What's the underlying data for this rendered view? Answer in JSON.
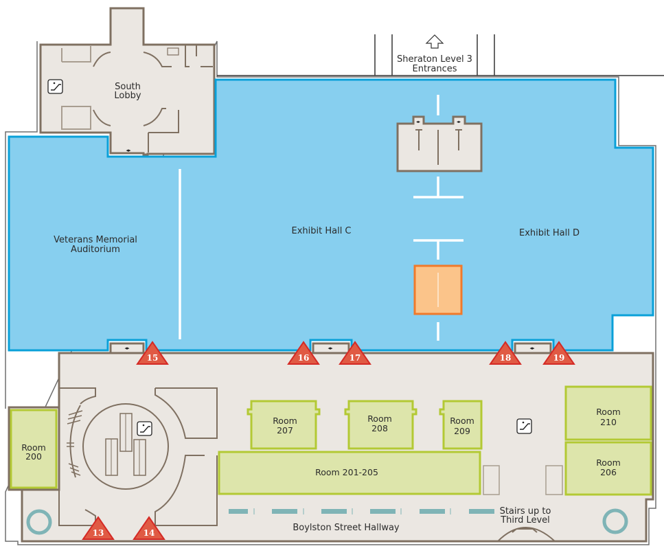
{
  "map": {
    "title": "Convention Center Level 2 Floor Plan",
    "colors": {
      "exhibit_hall": "#87cfef",
      "exhibit_hall_border": "#0aa0d8",
      "meeting_room": "#dde5ab",
      "meeting_room_border": "#b3c934",
      "corridor": "#ebe7e2",
      "wall": "#7f7061",
      "entrance_marker": "#e05a44",
      "highlight_booth": "#fbc48a",
      "highlight_booth_border": "#f07a2b",
      "stairs_marker": "#7fb4b6"
    },
    "labels": {
      "south_lobby": [
        "South",
        "Lobby"
      ],
      "sheraton": [
        "Sheraton Level 3",
        "Entrances"
      ],
      "veterans": [
        "Veterans Memorial",
        "Auditorium"
      ],
      "hall_c": "Exhibit Hall C",
      "hall_d": "Exhibit Hall D",
      "room_200": [
        "Room",
        "200"
      ],
      "room_207": [
        "Room",
        "207"
      ],
      "room_208": [
        "Room",
        "208"
      ],
      "room_209": [
        "Room",
        "209"
      ],
      "room_210": [
        "Room",
        "210"
      ],
      "room_206": [
        "Room",
        "206"
      ],
      "room_201_205": "Room 201-205",
      "hallway": "Boylston Street Hallway",
      "stairs": [
        "Stairs up to",
        "Third Level"
      ]
    },
    "entrances": [
      "13",
      "14",
      "15",
      "16",
      "17",
      "18",
      "19"
    ],
    "icons": {
      "escalator": "escalator-icon",
      "door_arrows": "door-arrows-icon",
      "up_arrow": "up-arrow-icon"
    }
  }
}
